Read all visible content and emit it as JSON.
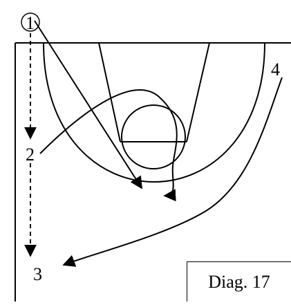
{
  "players": {
    "p1": "1",
    "p2": "2",
    "p3": "3",
    "p4": "4"
  },
  "caption": "Diag. 17"
}
